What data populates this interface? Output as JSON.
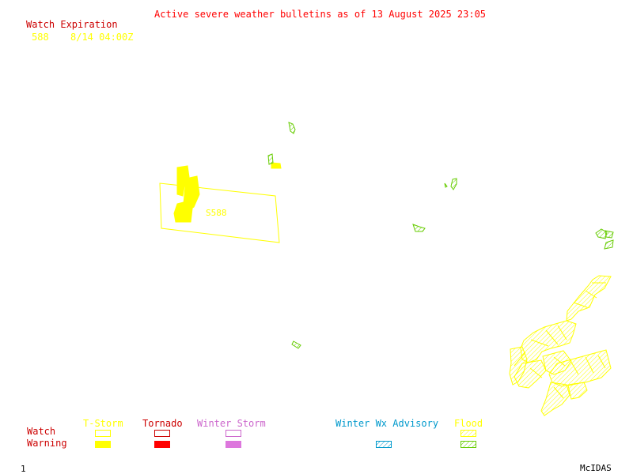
{
  "header": {
    "title": "Active severe weather bulletins as of 13 August 2025 23:05",
    "title_color": "#ff0000"
  },
  "watch_expiration": {
    "label": "Watch Expiration",
    "label_color": "#cc0000",
    "entries": [
      {
        "watch": "588",
        "expires": "8/14 04:00Z",
        "color": "#ffff00"
      }
    ]
  },
  "map": {
    "watch_boxes": [
      {
        "label": "S588",
        "type": "T-Storm",
        "color": "#ffff00"
      }
    ],
    "colors": {
      "tstorm": "#ffff00",
      "flood": "#66cc00",
      "flood_alt": "#ffff00"
    }
  },
  "legend": {
    "columns": [
      {
        "label": "T-Storm",
        "color": "#ffff00"
      },
      {
        "label": "Tornado",
        "color": "#cc0000"
      },
      {
        "label": "Winter Storm",
        "color": "#cc66cc"
      },
      {
        "label": "Winter Wx Advisory",
        "color": "#0099cc"
      },
      {
        "label": "Flood",
        "color": "#ffff00"
      }
    ],
    "rows": [
      {
        "label": "Watch",
        "color": "#cc0000"
      },
      {
        "label": "Warning",
        "color": "#cc0000"
      }
    ]
  },
  "footer": {
    "frame": "1",
    "brand": "McIDAS"
  }
}
